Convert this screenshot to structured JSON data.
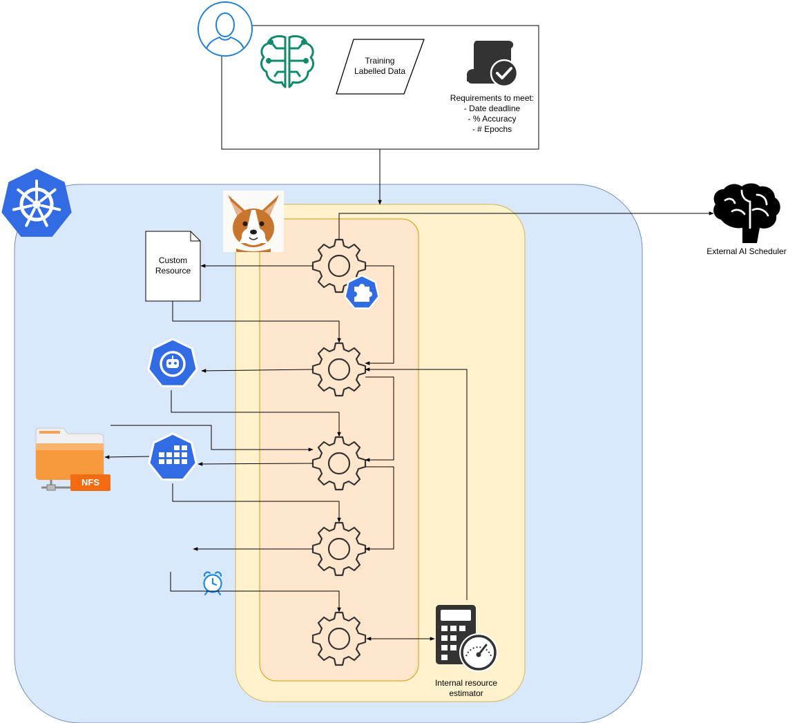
{
  "top_box": {
    "training_data": [
      "Training",
      "Labelled Data"
    ],
    "requirements": [
      "Requirements to meet:",
      "- Date deadline",
      "- % Accuracy",
      "- # Epochs"
    ]
  },
  "custom_resource": [
    "Custom",
    "Resource"
  ],
  "external_scheduler": "External AI Scheduler",
  "resource_estimator": [
    "Internal resource",
    "estimator"
  ],
  "nfs_badge": "NFS",
  "colors": {
    "cluster_fill": "#dae8fc",
    "cluster_stroke": "#6c8ebf",
    "operator_fill": "#fff2cc",
    "operator_stroke": "#d6b656",
    "controllers_fill": "#ffe6cc",
    "controllers_stroke": "#d79b00",
    "kubernetes_blue": "#326ce5",
    "ai_green": "#0f8a6a",
    "nfs_orange": "#f47b20",
    "alarm_blue": "#1e88e5"
  },
  "icons": [
    "user-icon",
    "ai-brain-circuit-icon",
    "scroll-check-icon",
    "kubernetes-wheel-icon",
    "corgi-dog-image",
    "brain-icon",
    "gear-icon",
    "puzzle-plugin-icon",
    "operator-robot-icon",
    "storage-grid-icon",
    "nfs-folder-icon",
    "alarm-clock-icon",
    "calculator-gauge-icon"
  ]
}
